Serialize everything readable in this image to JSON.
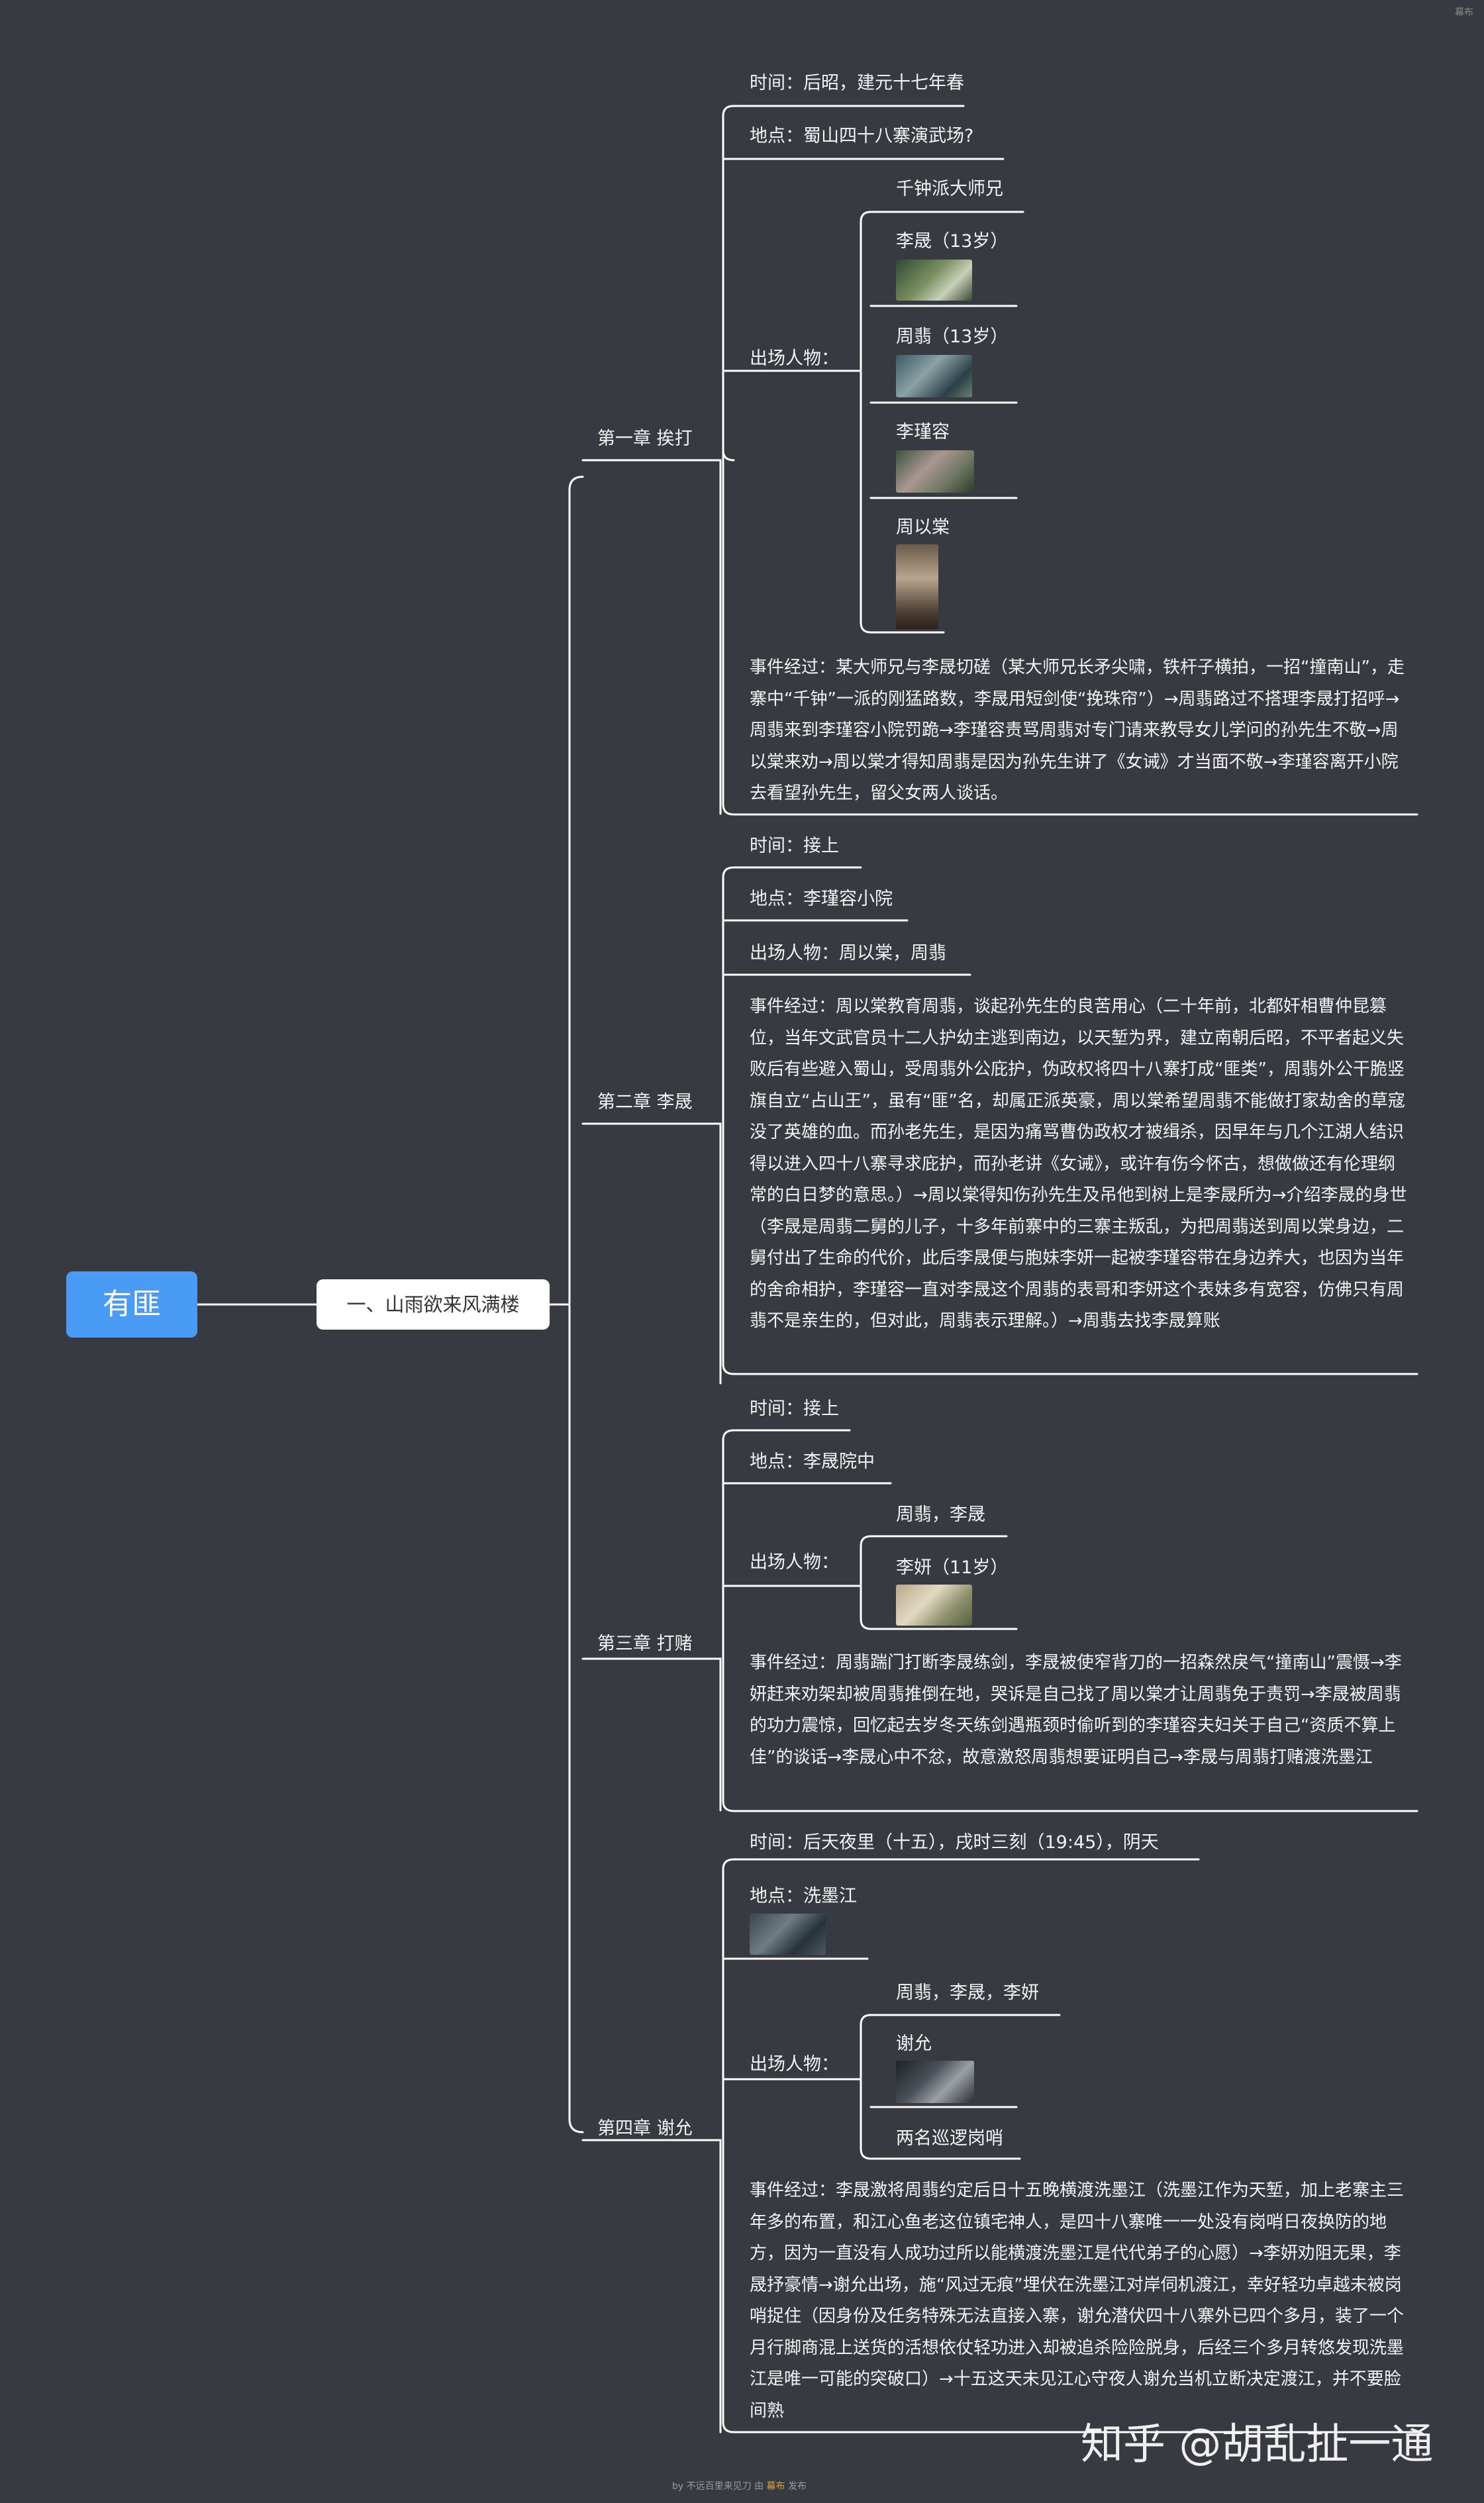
{
  "app": {
    "logo": "幕布",
    "watermark": "知乎 @胡乱扯一通",
    "footer": {
      "pre": "by 不远百里来见刀 由",
      "brand": "幕布",
      "post": "发布"
    }
  },
  "root": "有匪",
  "level1": "一、山雨欲来风满楼",
  "colors": {
    "background": "#373a40",
    "root": "#4a9bf5",
    "line": "#ffffff"
  },
  "ch1": {
    "title": "第一章 挨打",
    "time": "时间：后昭，建元十七年春",
    "place": "地点：蜀山四十八寨演武场?",
    "chars_label": "出场人物：",
    "chars": [
      "千钟派大师兄",
      "李晟（13岁）",
      "周翡（13岁）",
      "李瑾容",
      "周以棠"
    ],
    "event": "事件经过：某大师兄与李晟切磋（某大师兄长矛尖啸，铁杆子横拍，一招“撞南山”，走寨中“千钟”一派的刚猛路数，李晟用短剑使“挽珠帘”）→周翡路过不搭理李晟打招呼→周翡来到李瑾容小院罚跪→李瑾容责骂周翡对专门请来教导女儿学问的孙先生不敬→周以棠来劝→周以棠才得知周翡是因为孙先生讲了《女诫》才当面不敬→李瑾容离开小院去看望孙先生，留父女两人谈话。"
  },
  "ch2": {
    "title": "第二章 李晟",
    "time": "时间：接上",
    "place": "地点：李瑾容小院",
    "chars": "出场人物：周以棠，周翡",
    "event": "事件经过：周以棠教育周翡，谈起孙先生的良苦用心（二十年前，北都奸相曹仲昆篡位，当年文武官员十二人护幼主逃到南边，以天堑为界，建立南朝后昭，不平者起义失败后有些避入蜀山，受周翡外公庇护，伪政权将四十八寨打成“匪类”，周翡外公干脆竖旗自立“占山王”，虽有“匪”名，却属正派英豪，周以棠希望周翡不能做打家劫舍的草寇没了英雄的血。而孙老先生，是因为痛骂曹伪政权才被缉杀，因早年与几个江湖人结识得以进入四十八寨寻求庇护，而孙老讲《女诫》，或许有伤今怀古，想做做还有伦理纲常的白日梦的意思。）→周以棠得知伤孙先生及吊他到树上是李晟所为→介绍李晟的身世（李晟是周翡二舅的儿子，十多年前寨中的三寨主叛乱，为把周翡送到周以棠身边，二舅付出了生命的代价，此后李晟便与胞妹李妍一起被李瑾容带在身边养大，也因为当年的舍命相护，李瑾容一直对李晟这个周翡的表哥和李妍这个表妹多有宽容，仿佛只有周翡不是亲生的，但对此，周翡表示理解。）→周翡去找李晟算账"
  },
  "ch3": {
    "title": "第三章 打赌",
    "time": "时间：接上",
    "place": "地点：李晟院中",
    "chars_label": "出场人物：",
    "chars": [
      "周翡，李晟",
      "李妍（11岁）"
    ],
    "event": "事件经过：周翡踹门打断李晟练剑，李晟被使窄背刀的一招森然戾气“撞南山”震慑→李妍赶来劝架却被周翡推倒在地，哭诉是自己找了周以棠才让周翡免于责罚→李晟被周翡的功力震惊，回忆起去岁冬天练剑遇瓶颈时偷听到的李瑾容夫妇关于自己“资质不算上佳”的谈话→李晟心中不忿，故意激怒周翡想要证明自己→李晟与周翡打赌渡洗墨江"
  },
  "ch4": {
    "title": "第四章 谢允",
    "time": "时间：后天夜里（十五），戌时三刻（19:45），阴天",
    "place": "地点：洗墨江",
    "chars_label": "出场人物：",
    "chars": [
      "周翡，李晟，李妍",
      "谢允",
      "两名巡逻岗哨"
    ],
    "event": "事件经过：李晟激将周翡约定后日十五晚横渡洗墨江（洗墨江作为天堑，加上老寨主三年多的布置，和江心鱼老这位镇宅神人，是四十八寨唯一一处没有岗哨日夜换防的地方，因为一直没有人成功过所以能横渡洗墨江是代代弟子的心愿）→李妍劝阻无果，李晟抒豪情→谢允出场，施“风过无痕”埋伏在洗墨江对岸伺机渡江，幸好轻功卓越未被岗哨捉住（因身份及任务特殊无法直接入寨，谢允潜伏四十八寨外已四个多月，装了一个月行脚商混上送货的活想依仗轻功进入却被追杀险险脱身，后经三个多月转悠发现洗墨江是唯一可能的突破口）→十五这天未见江心守夜人谢允当机立断决定渡江，并不要脸间熟"
  }
}
